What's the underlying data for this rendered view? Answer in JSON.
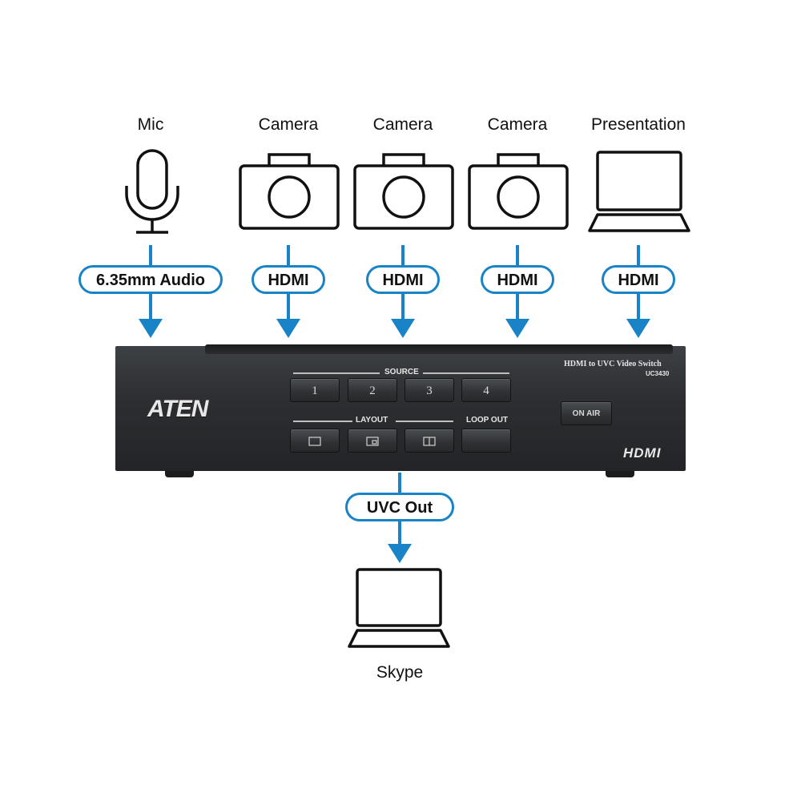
{
  "sources": [
    {
      "label": "Mic",
      "connector": "6.35mm Audio"
    },
    {
      "label": "Camera",
      "connector": "HDMI"
    },
    {
      "label": "Camera",
      "connector": "HDMI"
    },
    {
      "label": "Camera",
      "connector": "HDMI"
    },
    {
      "label": "Presentation",
      "connector": "HDMI"
    }
  ],
  "device": {
    "brand": "ATEN",
    "product_name": "HDMI to UVC Video Switch",
    "model": "UC3430",
    "source_heading": "SOURCE",
    "source_buttons": [
      "1",
      "2",
      "3",
      "4"
    ],
    "layout_heading": "LAYOUT",
    "loop_out_label": "LOOP OUT",
    "on_air_label": "ON AIR",
    "hdmi_logo": "HDMI"
  },
  "output": {
    "connector": "UVC Out",
    "destination": "Skype"
  },
  "colors": {
    "accent": "#1883c6",
    "device_body": "#2c2e31",
    "icon_stroke": "#111111"
  }
}
